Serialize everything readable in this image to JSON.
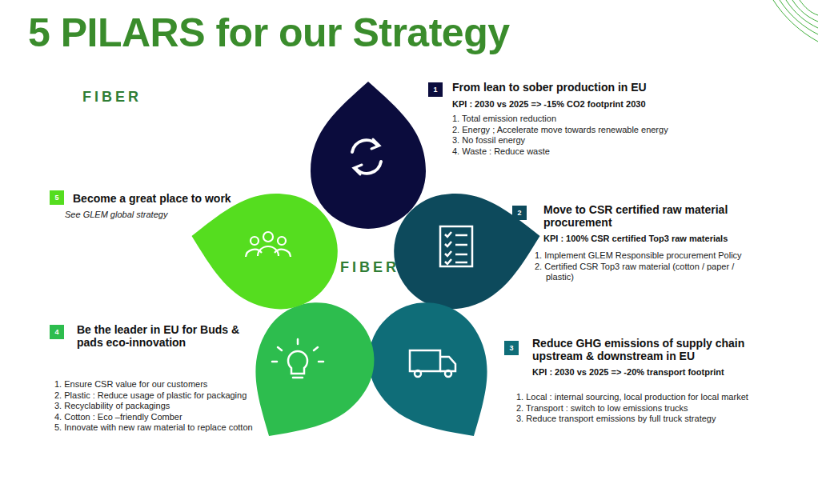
{
  "diagram": {
    "title": "5 PILARS for our Strategy",
    "nodes": [
      {
        "text": [
          "1",
          "From lean to sober production in EU",
          "KPI : 2030 vs 2025 => -15% CO2 footprint 2030",
          "1. Total emission reduction",
          "2. Energy ; Accelerate move towards renewable energy",
          "3. No fossil energy",
          "4. Waste : Reduce waste"
        ]
      },
      {
        "text": [
          "2",
          "Move to CSR certified raw material procurement",
          "KPI : 100% CSR certified Top3 raw materials",
          "1. Implement GLEM Responsible procurement Policy",
          "2. Certified CSR Top3 raw material (cotton / paper / plastic)"
        ]
      },
      {
        "text": [
          "3",
          "Reduce GHG emissions of supply chain upstream & downstream in EU",
          "KPI : 2030 vs 2025 => -20% transport footprint",
          "1. Local : internal sourcing, local production for local market",
          "2. Transport : switch to low emissions trucks",
          "3. Reduce transport emissions by full truck strategy"
        ]
      },
      {
        "text": [
          "4",
          "Be the leader in EU for Buds & pads eco-innovation",
          "1. Ensure CSR value for our customers",
          "2. Plastic : Reduce usage of plastic for packaging",
          "3. Recyclability of packagings",
          "4. Cotton : Eco –friendly Comber",
          "5. Innovate with new raw material to replace cotton"
        ]
      },
      {
        "text": [
          "5",
          "Become a great place to work",
          "See GLEM global strategy"
        ]
      }
    ],
    "labels": [
      "FIBER",
      "FIBER"
    ]
  }
}
